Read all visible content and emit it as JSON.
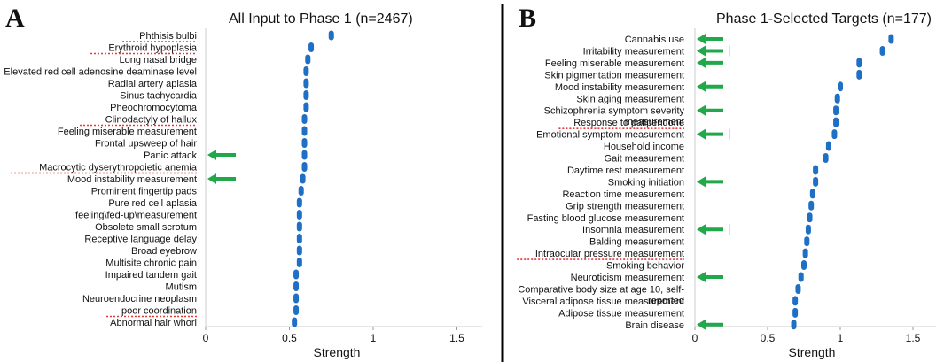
{
  "chart_data": [
    {
      "panel_label": "A",
      "type": "scatter",
      "title": "All Input to Phase 1 (n=2467)",
      "xlabel": "Strength",
      "xlim": [
        0,
        1.6
      ],
      "xticks": [
        "0",
        "0.5",
        "1",
        "1.5"
      ],
      "marker_color": "#1f6fc5",
      "arrow_color": "#21a84a",
      "categories": [
        "Phthisis bulbi",
        "Erythroid hypoplasia",
        "Long nasal bridge",
        "Elevated red cell adenosine deaminase level",
        "Radial artery aplasia",
        "Sinus tachycardia",
        "Pheochromocytoma",
        "Clinodactyly of hallux",
        "Feeling miserable measurement",
        "Frontal upsweep of hair",
        "Panic attack",
        "Macrocytic dyserythropoietic anemia",
        "Mood instability measurement",
        "Prominent fingertip pads",
        "Pure red cell aplasia",
        "feeling\\fed-up\\measurement",
        "Obsolete small scrotum",
        "Receptive language delay",
        "Broad eyebrow",
        "Multisite chronic pain",
        "Impaired tandem gait",
        "Mutism",
        "Neuroendocrine neoplasm",
        "poor coordination",
        "Abnormal hair whorl"
      ],
      "values": [
        0.75,
        0.63,
        0.61,
        0.6,
        0.6,
        0.6,
        0.6,
        0.59,
        0.59,
        0.59,
        0.59,
        0.59,
        0.58,
        0.57,
        0.56,
        0.56,
        0.56,
        0.56,
        0.56,
        0.56,
        0.54,
        0.54,
        0.54,
        0.54,
        0.53
      ],
      "arrows": [
        "Panic attack",
        "Mood instability measurement"
      ],
      "underlined": [
        "Phthisis bulbi",
        "Erythroid hypoplasia",
        "Clinodactyly of hallux",
        "Macrocytic dyserythropoietic anemia",
        "poor coordination"
      ]
    },
    {
      "panel_label": "B",
      "type": "scatter",
      "title": "Phase 1-Selected Targets  (n=177)",
      "xlabel": "Strength",
      "xlim": [
        0,
        1.6
      ],
      "xticks": [
        "0",
        "0.5",
        "1",
        "1.5"
      ],
      "marker_color": "#1f6fc5",
      "arrow_color": "#21a84a",
      "categories": [
        "Cannabis use",
        "Irritability measurement",
        "Feeling miserable measurement",
        "Skin pigmentation measurement",
        "Mood instability measurement",
        "Skin aging measurement",
        "Schizophrenia symptom severity measurement",
        "Response to paliperidone",
        "Emotional symptom measurement",
        "Household income",
        "Gait measurement",
        "Daytime rest measurement",
        "Smoking initiation",
        "Reaction time measurement",
        "Grip strength measurement",
        "Fasting blood glucose measurement",
        "Insomnia measurement",
        "Balding measurement",
        "Intraocular pressure measurement",
        "Smoking behavior",
        "Neuroticism measurement",
        "Comparative body size at age 10, self-reported",
        "Visceral adipose tissue measurement",
        "Adipose tissue measurement",
        "Brain disease"
      ],
      "display_lines": [
        [
          "Cannabis use"
        ],
        [
          "Irritability measurement"
        ],
        [
          "Feeling miserable measurement"
        ],
        [
          "Skin pigmentation measurement"
        ],
        [
          "Mood instability measurement"
        ],
        [
          "Skin aging measurement"
        ],
        [
          "Schizophrenia symptom severity",
          "measurement"
        ],
        [
          "Response to paliperidone"
        ],
        [
          "Emotional symptom measurement"
        ],
        [
          "Household income"
        ],
        [
          "Gait measurement"
        ],
        [
          "Daytime rest measurement"
        ],
        [
          "Smoking initiation"
        ],
        [
          "Reaction time measurement"
        ],
        [
          "Grip strength measurement"
        ],
        [
          "Fasting blood glucose measurement"
        ],
        [
          "Insomnia measurement"
        ],
        [
          "Balding measurement"
        ],
        [
          "Intraocular pressure measurement"
        ],
        [
          "Smoking behavior"
        ],
        [
          "Neuroticism measurement"
        ],
        [
          "Comparative body size at age 10, self-",
          "reported"
        ],
        [
          "Visceral adipose tissue measurement"
        ],
        [
          "Adipose tissue measurement"
        ],
        [
          "Brain disease"
        ]
      ],
      "values": [
        1.35,
        1.29,
        1.13,
        1.13,
        1.0,
        0.98,
        0.97,
        0.97,
        0.96,
        0.92,
        0.9,
        0.83,
        0.83,
        0.81,
        0.8,
        0.79,
        0.78,
        0.77,
        0.76,
        0.75,
        0.73,
        0.71,
        0.69,
        0.69,
        0.68
      ],
      "arrows": [
        "Cannabis use",
        "Irritability measurement",
        "Feeling miserable measurement",
        "Mood instability measurement",
        "Schizophrenia symptom severity measurement",
        "Emotional symptom measurement",
        "Smoking initiation",
        "Insomnia measurement",
        "Neuroticism measurement",
        "Brain disease"
      ],
      "underlined": [
        "Response to paliperidone",
        "Intraocular pressure measurement"
      ],
      "red_ticks": [
        "Irritability measurement",
        "Emotional symptom measurement",
        "Insomnia measurement"
      ]
    }
  ]
}
